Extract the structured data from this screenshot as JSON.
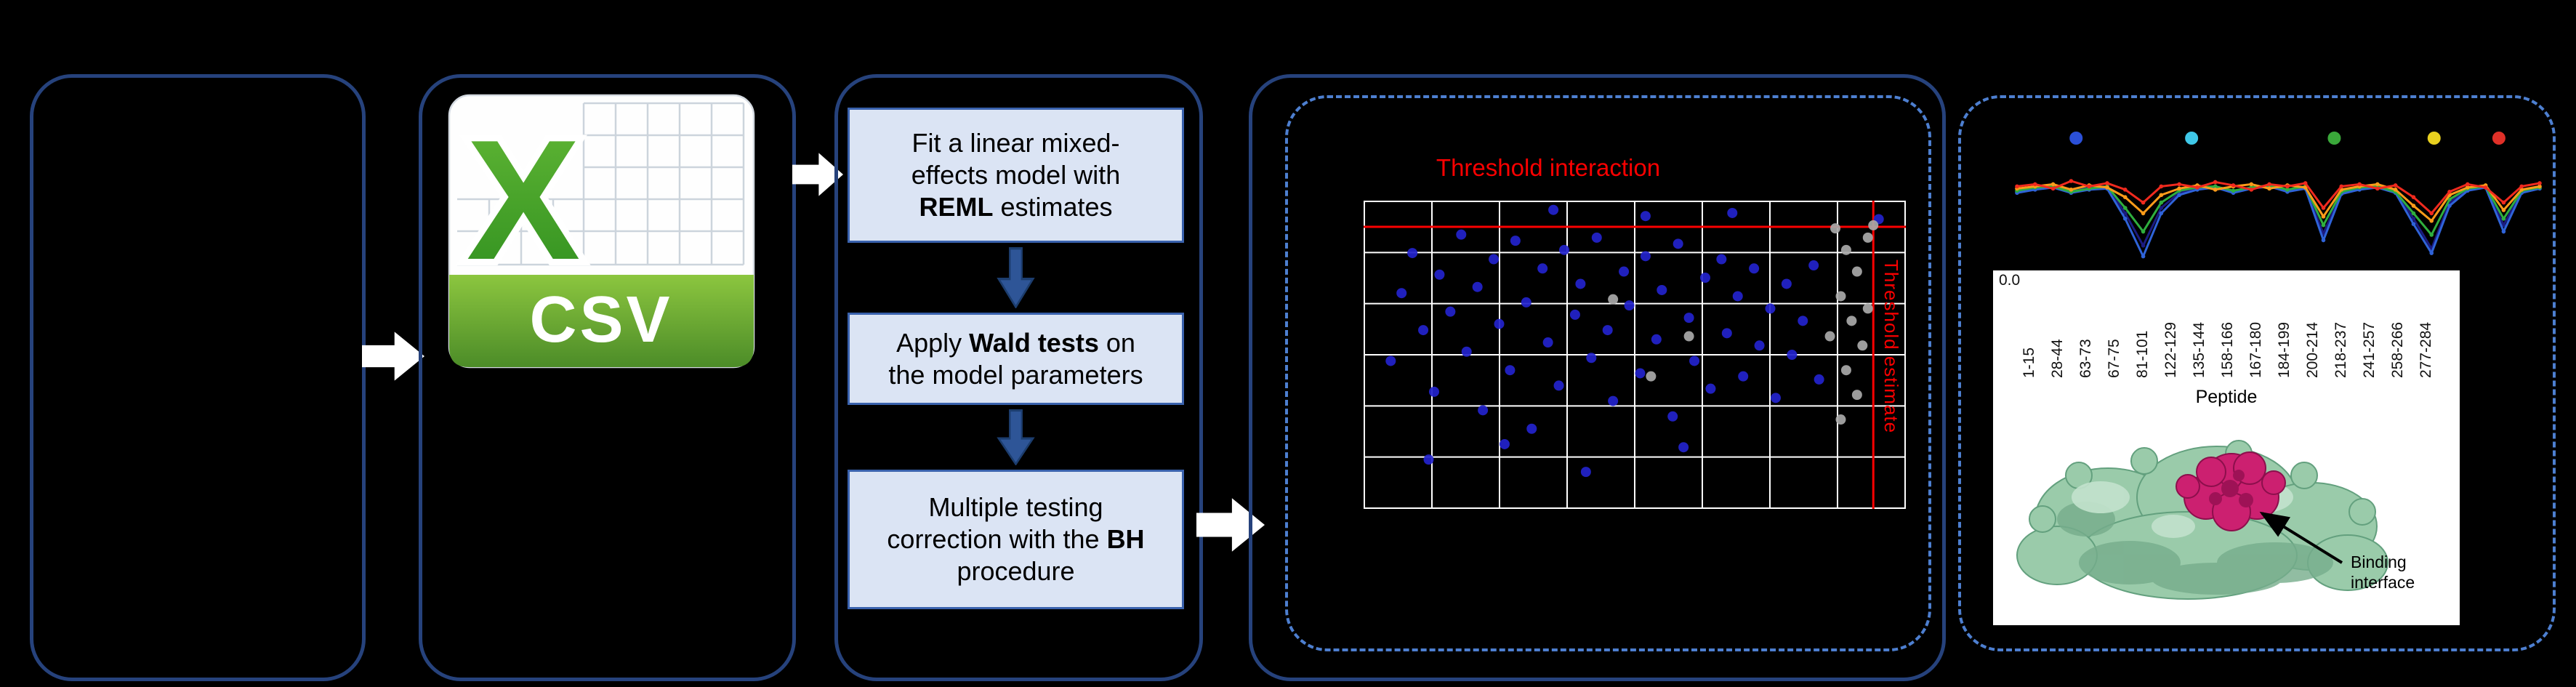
{
  "colors": {
    "panel_border": "#26427c",
    "dashed_border": "#4d7fd0",
    "step_fill": "#dbe4f4",
    "step_border": "#3a62ad",
    "down_arrow": "#2e5597",
    "threshold_red": "#fa0000",
    "csv_green": "#4f9a2e",
    "point_blue": "#2323cd",
    "point_gray": "#a9a9a9"
  },
  "csv": {
    "letter": "X",
    "label": "CSV"
  },
  "flow_steps": [
    {
      "pre": "Fit a linear mixed-effects model with ",
      "bold": "REML",
      "post": " estimates"
    },
    {
      "pre": "Apply ",
      "bold": "Wald tests",
      "post": " on the model parameters"
    },
    {
      "pre": "Multiple testing correction with the ",
      "bold": "BH",
      "post": " procedure"
    }
  ],
  "peptide_axis": {
    "ytick": "0.0",
    "labels": [
      "1-15",
      "28-44",
      "63-73",
      "67-75",
      "81-101",
      "122-129",
      "135-144",
      "158-166",
      "167-180",
      "184-199",
      "200-214",
      "218-237",
      "241-257",
      "258-266",
      "277-284"
    ],
    "title": "Peptide"
  },
  "protein": {
    "annotation": "Binding interface"
  },
  "chart_data": [
    {
      "type": "scatter",
      "title": "Threshold interaction",
      "right_axis_label": "Threshold estimate",
      "grid": {
        "v_lines": 9,
        "h_lines": 7
      },
      "thresholds": {
        "h_frac": 0.085,
        "v_frac": 0.94,
        "color": "#fa0000"
      },
      "series": [
        {
          "name": "blue",
          "color": "#2323cd",
          "points": [
            [
              0.05,
              0.52
            ],
            [
              0.07,
              0.3
            ],
            [
              0.09,
              0.17
            ],
            [
              0.11,
              0.42
            ],
            [
              0.13,
              0.62
            ],
            [
              0.14,
              0.24
            ],
            [
              0.16,
              0.36
            ],
            [
              0.18,
              0.11
            ],
            [
              0.19,
              0.49
            ],
            [
              0.21,
              0.28
            ],
            [
              0.22,
              0.68
            ],
            [
              0.24,
              0.19
            ],
            [
              0.25,
              0.4
            ],
            [
              0.27,
              0.55
            ],
            [
              0.28,
              0.13
            ],
            [
              0.3,
              0.33
            ],
            [
              0.31,
              0.74
            ],
            [
              0.33,
              0.22
            ],
            [
              0.34,
              0.46
            ],
            [
              0.36,
              0.6
            ],
            [
              0.37,
              0.16
            ],
            [
              0.39,
              0.37
            ],
            [
              0.4,
              0.27
            ],
            [
              0.42,
              0.51
            ],
            [
              0.43,
              0.12
            ],
            [
              0.45,
              0.42
            ],
            [
              0.46,
              0.65
            ],
            [
              0.48,
              0.23
            ],
            [
              0.49,
              0.34
            ],
            [
              0.51,
              0.56
            ],
            [
              0.52,
              0.18
            ],
            [
              0.54,
              0.45
            ],
            [
              0.55,
              0.29
            ],
            [
              0.57,
              0.7
            ],
            [
              0.58,
              0.14
            ],
            [
              0.6,
              0.38
            ],
            [
              0.61,
              0.52
            ],
            [
              0.63,
              0.25
            ],
            [
              0.64,
              0.61
            ],
            [
              0.66,
              0.19
            ],
            [
              0.67,
              0.43
            ],
            [
              0.69,
              0.31
            ],
            [
              0.7,
              0.57
            ],
            [
              0.72,
              0.22
            ],
            [
              0.73,
              0.47
            ],
            [
              0.75,
              0.35
            ],
            [
              0.76,
              0.64
            ],
            [
              0.78,
              0.27
            ],
            [
              0.79,
              0.5
            ],
            [
              0.81,
              0.39
            ],
            [
              0.83,
              0.21
            ],
            [
              0.84,
              0.58
            ],
            [
              0.35,
              0.03
            ],
            [
              0.52,
              0.05
            ],
            [
              0.68,
              0.04
            ],
            [
              0.95,
              0.06
            ],
            [
              0.12,
              0.84
            ],
            [
              0.41,
              0.88
            ],
            [
              0.59,
              0.8
            ],
            [
              0.26,
              0.79
            ]
          ]
        },
        {
          "name": "gray",
          "color": "#a9a9a9",
          "points": [
            [
              0.87,
              0.09
            ],
            [
              0.89,
              0.16
            ],
            [
              0.91,
              0.23
            ],
            [
              0.88,
              0.31
            ],
            [
              0.9,
              0.39
            ],
            [
              0.92,
              0.47
            ],
            [
              0.89,
              0.55
            ],
            [
              0.91,
              0.63
            ],
            [
              0.88,
              0.71
            ],
            [
              0.93,
              0.12
            ],
            [
              0.93,
              0.35
            ],
            [
              0.94,
              0.08
            ],
            [
              0.46,
              0.32
            ],
            [
              0.53,
              0.57
            ],
            [
              0.6,
              0.44
            ],
            [
              0.86,
              0.44
            ]
          ]
        }
      ]
    },
    {
      "type": "line",
      "series": [
        {
          "name": "navy",
          "color": "#1b1b80",
          "values": [
            0.35,
            0.32,
            0.3,
            0.34,
            0.31,
            0.3,
            0.55,
            0.85,
            0.5,
            0.36,
            0.32,
            0.3,
            0.35,
            0.31,
            0.3,
            0.34,
            0.31,
            0.74,
            0.36,
            0.32,
            0.3,
            0.34,
            0.6,
            0.88,
            0.45,
            0.33,
            0.3,
            0.66,
            0.35,
            0.31
          ]
        },
        {
          "name": "blue",
          "color": "#2f63d8",
          "values": [
            0.36,
            0.33,
            0.31,
            0.36,
            0.33,
            0.32,
            0.6,
            0.95,
            0.55,
            0.38,
            0.33,
            0.31,
            0.36,
            0.32,
            0.3,
            0.35,
            0.32,
            0.8,
            0.37,
            0.33,
            0.31,
            0.36,
            0.65,
            0.92,
            0.48,
            0.34,
            0.31,
            0.72,
            0.36,
            0.32
          ]
        },
        {
          "name": "green",
          "color": "#2fae3e",
          "values": [
            0.34,
            0.31,
            0.3,
            0.35,
            0.32,
            0.3,
            0.5,
            0.72,
            0.45,
            0.34,
            0.31,
            0.3,
            0.34,
            0.31,
            0.29,
            0.33,
            0.3,
            0.66,
            0.35,
            0.31,
            0.3,
            0.35,
            0.55,
            0.75,
            0.42,
            0.32,
            0.3,
            0.6,
            0.34,
            0.31
          ]
        },
        {
          "name": "orange",
          "color": "#ff9c1a",
          "values": [
            0.32,
            0.3,
            0.28,
            0.33,
            0.29,
            0.31,
            0.4,
            0.55,
            0.38,
            0.32,
            0.29,
            0.33,
            0.3,
            0.28,
            0.32,
            0.29,
            0.31,
            0.58,
            0.33,
            0.3,
            0.28,
            0.33,
            0.48,
            0.62,
            0.38,
            0.31,
            0.29,
            0.52,
            0.33,
            0.3
          ]
        },
        {
          "name": "red",
          "color": "#f02a1e",
          "values": [
            0.3,
            0.28,
            0.32,
            0.25,
            0.3,
            0.27,
            0.33,
            0.45,
            0.3,
            0.28,
            0.31,
            0.26,
            0.29,
            0.33,
            0.28,
            0.3,
            0.27,
            0.5,
            0.3,
            0.28,
            0.32,
            0.29,
            0.4,
            0.55,
            0.35,
            0.28,
            0.31,
            0.45,
            0.3,
            0.27
          ]
        }
      ],
      "markers_above": [
        {
          "color": "#2b50d8",
          "x_frac": 0.113
        },
        {
          "color": "#3fc8e8",
          "x_frac": 0.334
        },
        {
          "color": "#3aa83a",
          "x_frac": 0.607
        },
        {
          "color": "#e8d01f",
          "x_frac": 0.798
        },
        {
          "color": "#e03028",
          "x_frac": 0.922
        }
      ]
    }
  ]
}
